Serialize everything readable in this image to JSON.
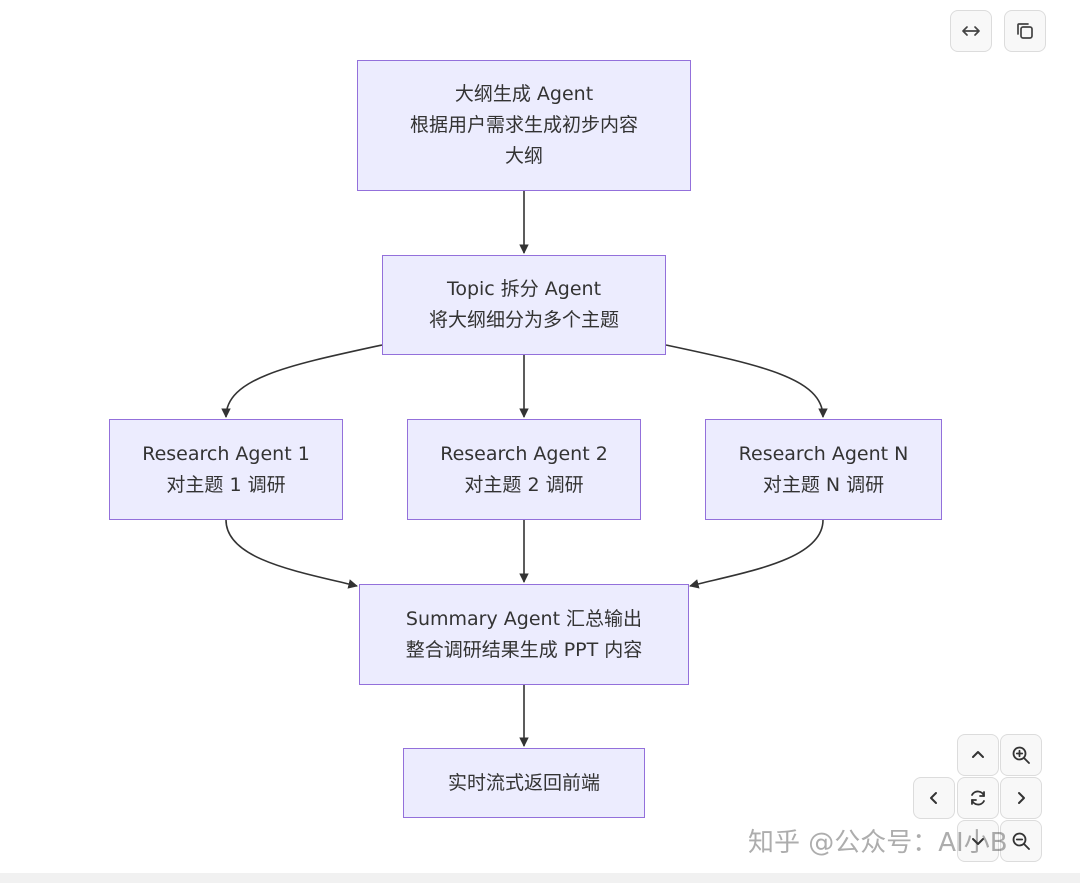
{
  "nodes": {
    "outline": {
      "line1": "大纲生成 Agent",
      "line2": "根据用户需求生成初步内容",
      "line3": "大纲"
    },
    "topic": {
      "line1": "Topic 拆分 Agent",
      "line2": "将大纲细分为多个主题"
    },
    "research1": {
      "line1": "Research Agent 1",
      "line2": "对主题 1 调研"
    },
    "research2": {
      "line1": "Research Agent 2",
      "line2": "对主题 2 调研"
    },
    "researchN": {
      "line1": "Research Agent N",
      "line2": "对主题 N 调研"
    },
    "summary": {
      "line1": "Summary Agent 汇总输出",
      "line2": "整合调研结果生成 PPT 内容"
    },
    "stream": {
      "line1": "实时流式返回前端"
    }
  },
  "watermark": "知乎 @公众号：AI小B",
  "colors": {
    "node_fill": "#ececfe",
    "node_border": "#9370db",
    "edge": "#333333"
  },
  "icons": {
    "top_controls": [
      "expand-horizontal-icon",
      "copy-icon"
    ],
    "nav_controls": [
      "pan-up-icon",
      "zoom-in-icon",
      "pan-left-icon",
      "reset-view-icon",
      "pan-right-icon",
      "pan-down-icon",
      "zoom-out-icon"
    ]
  }
}
